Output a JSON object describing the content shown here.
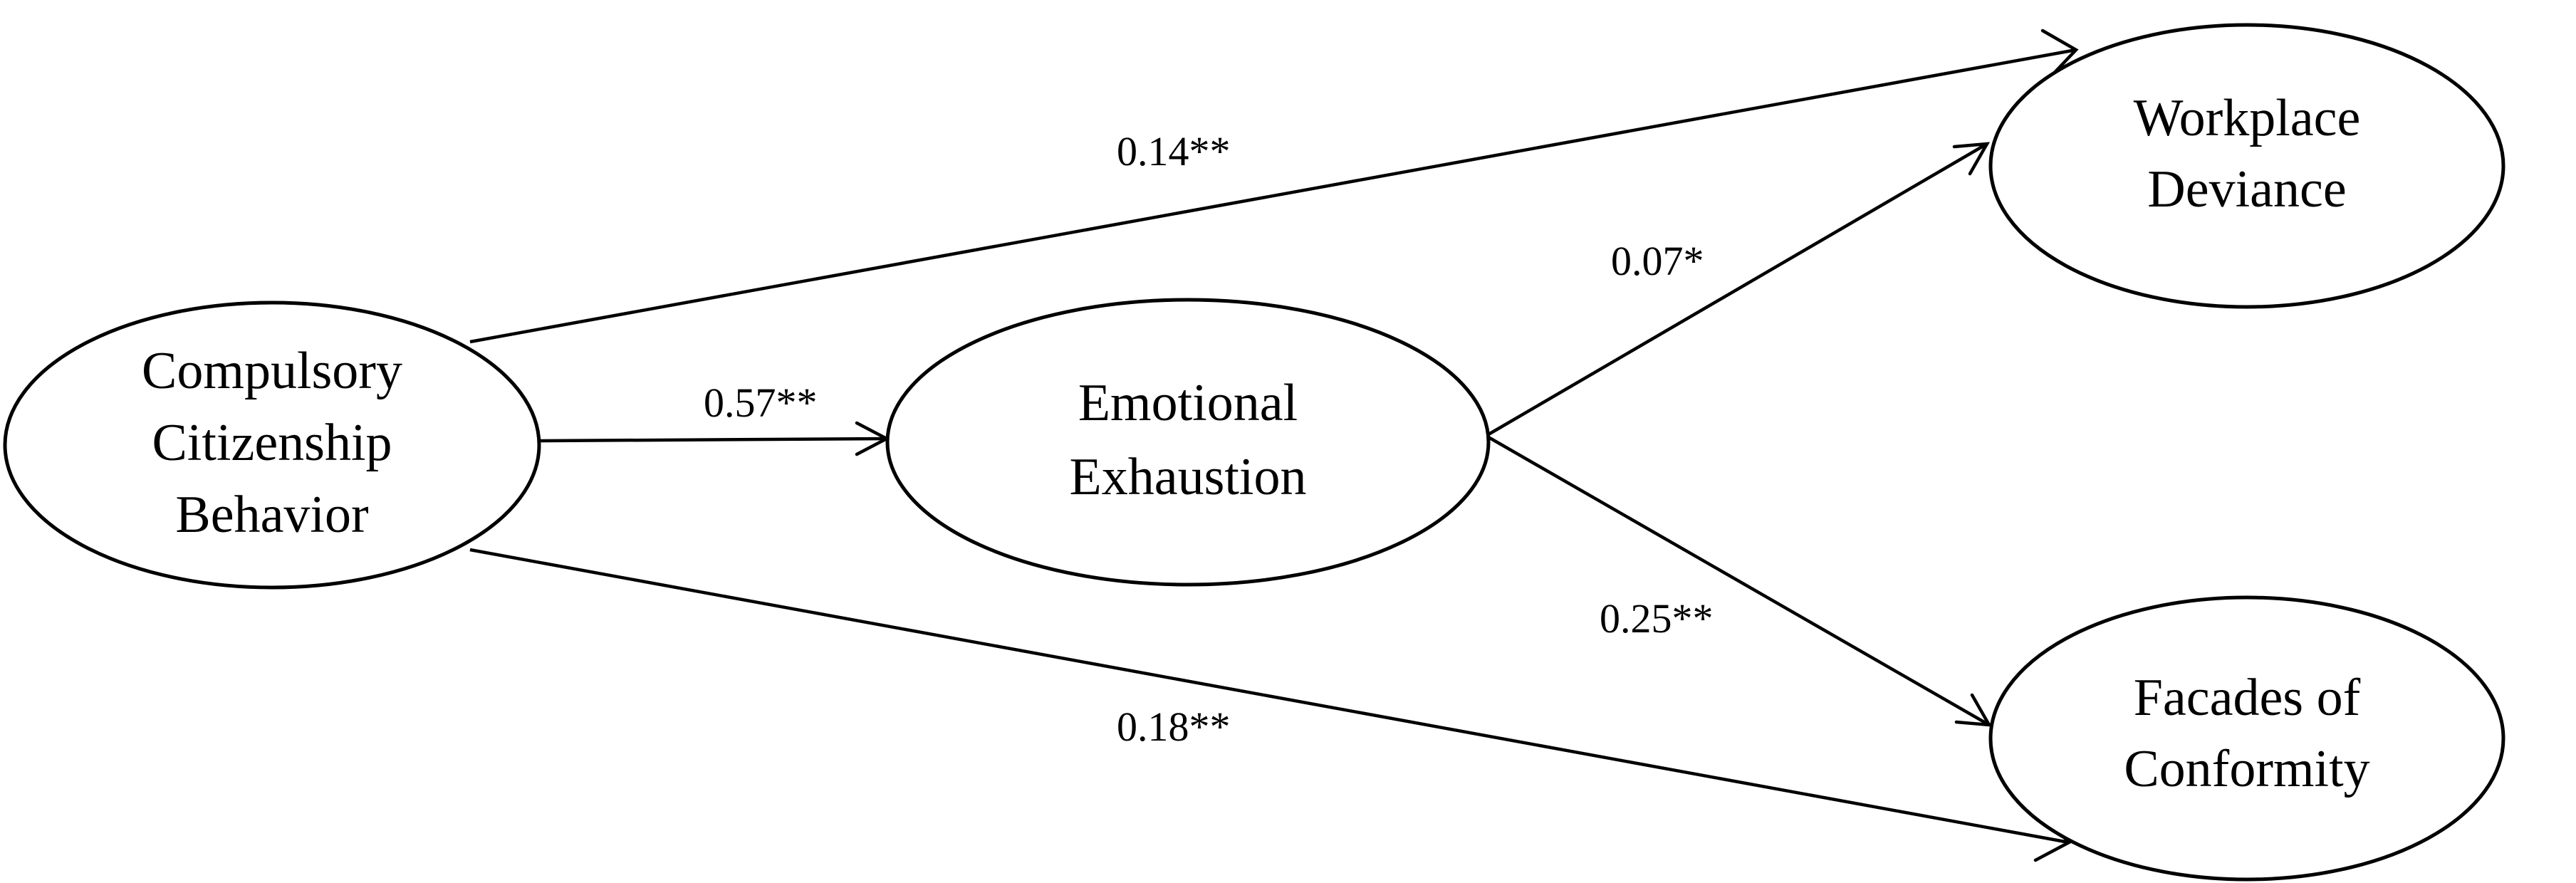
{
  "nodes": [
    {
      "id": "ccb",
      "lines": [
        "Compulsory",
        "Citizenship",
        "Behavior"
      ]
    },
    {
      "id": "ee",
      "lines": [
        "Emotional",
        "Exhaustion"
      ]
    },
    {
      "id": "wd",
      "lines": [
        "Workplace",
        "Deviance"
      ]
    },
    {
      "id": "fc",
      "lines": [
        "Facades of",
        "Conformity"
      ]
    }
  ],
  "edges": [
    {
      "id": "ccb-wd",
      "from": "ccb",
      "to": "wd",
      "label": "0.14**"
    },
    {
      "id": "ccb-ee",
      "from": "ccb",
      "to": "ee",
      "label": "0.57**"
    },
    {
      "id": "ee-wd",
      "from": "ee",
      "to": "wd",
      "label": "0.07*"
    },
    {
      "id": "ee-fc",
      "from": "ee",
      "to": "fc",
      "label": "0.25**"
    },
    {
      "id": "ccb-fc",
      "from": "ccb",
      "to": "fc",
      "label": "0.18**"
    }
  ]
}
